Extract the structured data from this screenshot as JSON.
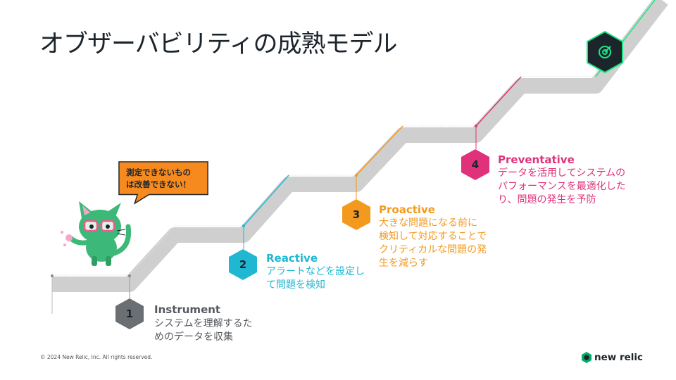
{
  "title": "オブザーバビリティの成熟モデル",
  "callout": {
    "text": "測定できないもの\nは改善できない！"
  },
  "stages": [
    {
      "number": "1",
      "name": "Instrument",
      "description": "システムを理解するた\nめのデータを収集",
      "color": "#6b6e72"
    },
    {
      "number": "2",
      "name": "Reactive",
      "description": "アラートなどを設定し\nて問題を検知",
      "color": "#1fb7d1"
    },
    {
      "number": "3",
      "name": "Proactive",
      "description": "大きな問題になる前に\n検知して対応することで\nクリティカルな問題の発\n生を減らす",
      "color": "#f39a1e"
    },
    {
      "number": "4",
      "name": "Preventative",
      "description": "データを活用してシステムの\nパフォーマンスを最適化した\nり、問題の発生を予防",
      "color": "#e0327a"
    }
  ],
  "goal_icon": "target-icon",
  "footer": {
    "copyright": "© 2024 New Relic, Inc. All rights reserved.",
    "brand": "new relic"
  },
  "colors": {
    "stair": "#cfcfcf",
    "goal_border": "#1ce783",
    "goal_fill": "#1d252c",
    "callout_fill": "#f68a1f",
    "mascot": "#3cb878",
    "brand_green": "#00ac69"
  }
}
